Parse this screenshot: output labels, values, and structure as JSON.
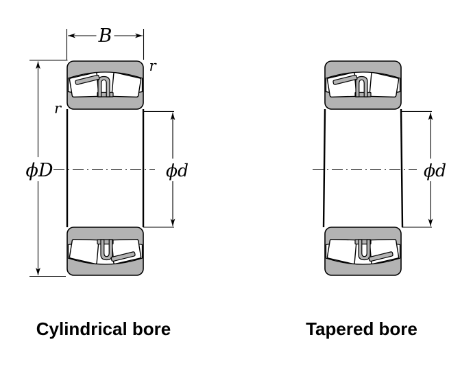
{
  "diagram": {
    "left_bearing": {
      "caption": "Cylindrical bore",
      "dim_width_label": "B",
      "dim_outer_diameter_label": "ϕD",
      "dim_bore_diameter_label": "ϕd",
      "chamfer_label_top_right": "r",
      "chamfer_label_left": "r"
    },
    "right_bearing": {
      "caption": "Tapered bore",
      "dim_bore_diameter_label": "ϕd"
    },
    "colors": {
      "ring_fill": "#b3b3b3",
      "roller_fill": "#ffffff",
      "line": "#000000",
      "background": "#ffffff"
    }
  }
}
